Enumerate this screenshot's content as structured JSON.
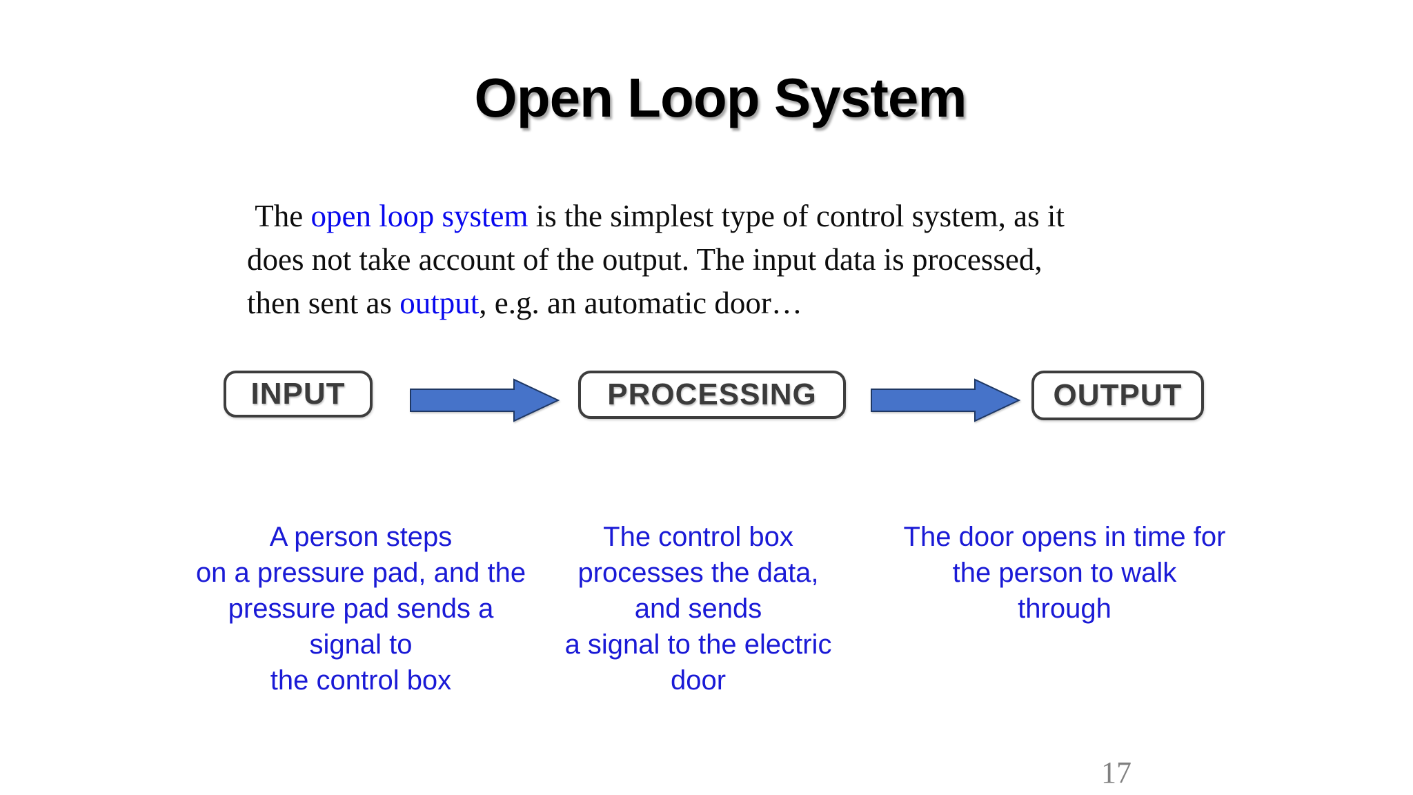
{
  "slide": {
    "title": "Open Loop System",
    "paragraph": {
      "seg1": " The ",
      "seg2_blue": "open loop system",
      "seg3": " is the simplest type of control system, as it\ndoes not take account of the output. The input data is processed,\nthen sent as ",
      "seg4_blue": "output",
      "seg5": ", e.g. an automatic door…"
    },
    "flow": {
      "nodes": [
        {
          "label": "INPUT"
        },
        {
          "label": "PROCESSING"
        },
        {
          "label": "OUTPUT"
        }
      ],
      "arrow_fill": "#4673c9",
      "arrow_stroke": "#1f3864"
    },
    "captions": [
      {
        "text": "A person steps\non a pressure pad, and the\npressure pad sends a\nsignal to\nthe control box"
      },
      {
        "text": "The control box\nprocesses the data,\nand sends\na signal to the electric\ndoor"
      },
      {
        "text": "The door opens in time for\nthe person to walk\nthrough"
      }
    ],
    "page_number": "17",
    "colors": {
      "highlight_blue": "#0808ee",
      "caption_blue": "#1a1ad6",
      "box_border": "#3d3d3d",
      "box_text": "#3b3b3b",
      "arrow_fill": "#4673c9",
      "arrow_stroke": "#1f3864",
      "page_number_gray": "#808080"
    }
  }
}
